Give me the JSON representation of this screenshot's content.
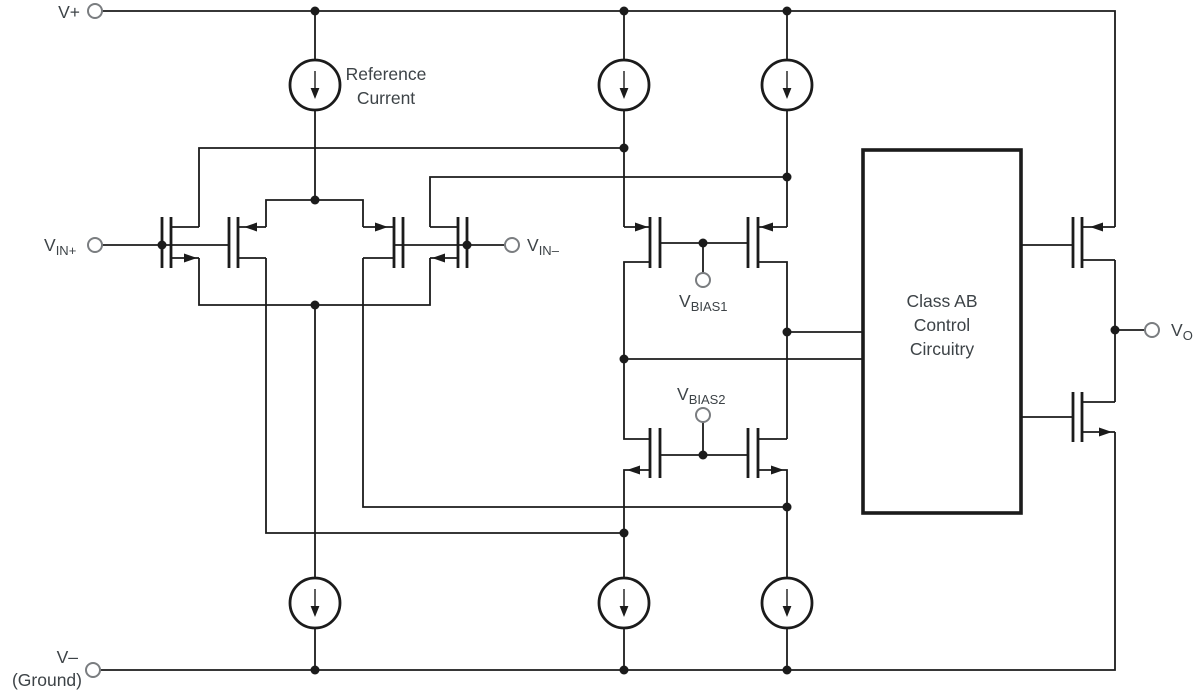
{
  "diagram": {
    "type": "op-amp simplified internal schematic",
    "power_rails": {
      "v_plus": "V+",
      "v_minus": "V–",
      "ground": "(Ground)"
    },
    "terminals": {
      "vin_plus": {
        "base": "V",
        "sub": "IN+"
      },
      "vin_minus": {
        "base": "V",
        "sub": "IN–"
      },
      "vbias1": {
        "base": "V",
        "sub": "BIAS1"
      },
      "vbias2": {
        "base": "V",
        "sub": "BIAS2"
      },
      "vout": {
        "base": "V",
        "sub": "O"
      }
    },
    "annotations": {
      "reference_current": {
        "line1": "Reference",
        "line2": "Current"
      },
      "class_ab_block": {
        "line1": "Class AB",
        "line2": "Control",
        "line3": "Circuitry"
      }
    },
    "colors": {
      "wire": "#1b1b1b",
      "text": "#3d4347",
      "terminal": "#7a7d80",
      "background": "#ffffff"
    }
  }
}
